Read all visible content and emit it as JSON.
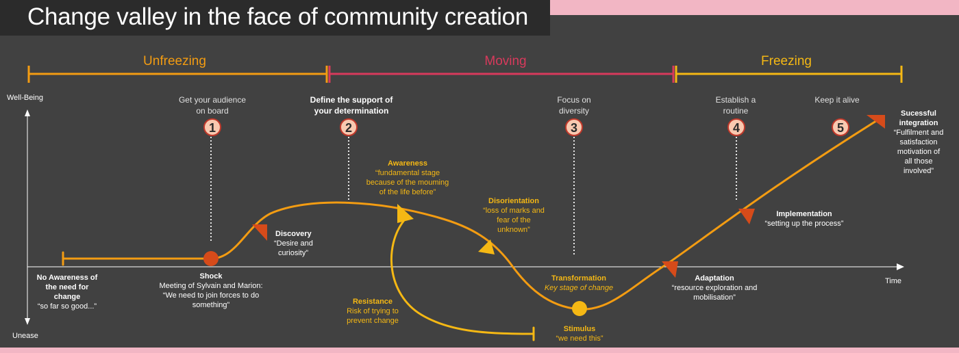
{
  "title": "Change valley in the face of community creation",
  "phases": {
    "unfreezing": "Unfreezing",
    "moving": "Moving",
    "freezing": "Freezing"
  },
  "axis": {
    "y_top": "Well-Being",
    "y_bottom": "Unease",
    "x_label": "Time"
  },
  "steps": {
    "s1": {
      "number": "1",
      "line1": "Get your audience",
      "line2": "on board"
    },
    "s2": {
      "number": "2",
      "line1": "Define the support of",
      "line2": "your determination"
    },
    "s3": {
      "number": "3",
      "line1": "Focus on",
      "line2": "diversity"
    },
    "s4": {
      "number": "4",
      "line1": "Establish a",
      "line2": "routine"
    },
    "s5": {
      "number": "5",
      "line1": "Keep it alive",
      "line2": ""
    }
  },
  "stages": {
    "no_awareness": {
      "l1": "No Awareness of",
      "l2": "the need for",
      "l3": "change",
      "l4": "“so far so good...”"
    },
    "shock": {
      "l1": "Shock",
      "l2": "Meeting of Sylvain and Marion:",
      "l3": "“We need to join forces to do",
      "l4": "something”"
    },
    "discovery": {
      "l1": "Discovery",
      "l2": "“Desire and",
      "l3": "curiosity”"
    },
    "awareness": {
      "l1": "Awareness",
      "l2": "“fundamental stage",
      "l3": "because of the mouming",
      "l4": "of the life before”"
    },
    "disorientation": {
      "l1": "Disorientation",
      "l2": "“loss of marks and",
      "l3": "fear of the",
      "l4": "unknown”"
    },
    "resistance": {
      "l1": "Resistance",
      "l2": "Risk of trying to",
      "l3": "prevent change"
    },
    "transformation": {
      "l1": "Transformation",
      "l2": "Key stage of change"
    },
    "stimulus": {
      "l1": "Stimulus",
      "l2": "“we need this”"
    },
    "adaptation": {
      "l1": "Adaptation",
      "l2": "“resource exploration and",
      "l3": "mobilisation”"
    },
    "implementation": {
      "l1": "Implementation",
      "l2": "“setting up the process”"
    },
    "integration": {
      "l1": "Sucessful",
      "l2": "integration",
      "l3": "“Fulfilment and",
      "l4": "satisfaction",
      "l5": "motivation of",
      "l6": "all those",
      "l7": "involved”"
    }
  },
  "colors": {
    "background": "#414141",
    "title_bar": "#2b2b2b",
    "frame": "#f2b6c4",
    "orange": "#f39c12",
    "red_orange": "#d64b1a",
    "yellow": "#f5b814",
    "pink_red": "#d83a5c",
    "white": "#ffffff"
  }
}
